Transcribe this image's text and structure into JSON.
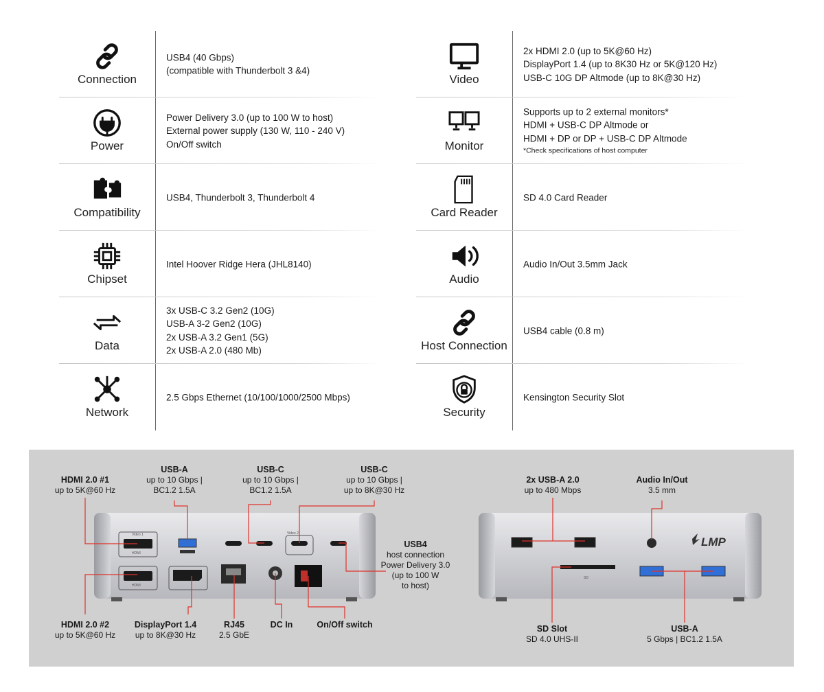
{
  "specs_left": [
    {
      "icon": "link-icon",
      "label": "Connection",
      "lines": [
        "USB4 (40 Gbps)",
        "(compatible with Thunderbolt 3 &4)"
      ]
    },
    {
      "icon": "power-plug-icon",
      "label": "Power",
      "lines": [
        "Power Delivery 3.0 (up to 100 W to host)",
        "External power supply (130 W, 110 - 240 V)",
        "On/Off switch"
      ]
    },
    {
      "icon": "puzzle-icon",
      "label": "Compatibility",
      "lines": [
        "USB4,  Thunderbolt 3, Thunderbolt 4"
      ]
    },
    {
      "icon": "chip-icon",
      "label": "Chipset",
      "lines": [
        "Intel Hoover Ridge Hera (JHL8140)"
      ]
    },
    {
      "icon": "arrows-exchange-icon",
      "label": "Data",
      "lines": [
        "3x USB-C 3.2 Gen2 (10G)",
        "USB-A 3-2 Gen2 (10G)",
        "2x USB-A 3.2 Gen1 (5G)",
        "2x USB-A 2.0 (480 Mb)"
      ]
    },
    {
      "icon": "network-icon",
      "label": "Network",
      "lines": [
        "2.5 Gbps Ethernet (10/100/1000/2500 Mbps)"
      ]
    }
  ],
  "specs_right": [
    {
      "icon": "monitor-icon",
      "label": "Video",
      "lines": [
        "2x HDMI 2.0 (up to 5K@60 Hz)",
        "DisplayPort 1.4 (up to 8K30 Hz or 5K@120 Hz)",
        "USB-C 10G DP Altmode (up to 8K@30 Hz)"
      ]
    },
    {
      "icon": "dual-monitor-icon",
      "label": "Monitor",
      "lines": [
        "Supports up to 2 external monitors*",
        "HDMI + USB-C DP Altmode or",
        "HDMI + DP or DP + USB-C DP Altmode"
      ],
      "note": "*Check specifications of host computer"
    },
    {
      "icon": "sd-card-icon",
      "label": "Card Reader",
      "lines": [
        "SD 4.0 Card Reader"
      ]
    },
    {
      "icon": "speaker-icon",
      "label": "Audio",
      "lines": [
        "Audio In/Out 3.5mm Jack"
      ]
    },
    {
      "icon": "link-icon",
      "label": "Host Connection",
      "lines": [
        "USB4 cable (0.8 m)"
      ]
    },
    {
      "icon": "shield-lock-icon",
      "label": "Security",
      "lines": [
        "Kensington Security Slot"
      ]
    }
  ],
  "ports": {
    "hdmi1": {
      "title": "HDMI 2.0 #1",
      "lines": [
        "up to 5K@60 Hz"
      ]
    },
    "usba_rear": {
      "title": "USB-A",
      "lines": [
        "up to 10 Gbps |",
        "BC1.2 1.5A"
      ]
    },
    "usbc_1": {
      "title": "USB-C",
      "lines": [
        "up to 10 Gbps |",
        "BC1.2 1.5A"
      ]
    },
    "usbc_2": {
      "title": "USB-C",
      "lines": [
        "up to 10 Gbps |",
        "up to 8K@30 Hz"
      ]
    },
    "usb4_host": {
      "title": "USB4",
      "lines": [
        "host connection",
        "Power Delivery 3.0",
        "(up to 100 W",
        "to host)"
      ]
    },
    "hdmi2": {
      "title": "HDMI 2.0 #2",
      "lines": [
        "up to 5K@60 Hz"
      ]
    },
    "displayport": {
      "title": "DisplayPort 1.4",
      "lines": [
        "up to 8K@30 Hz"
      ]
    },
    "rj45": {
      "title": "RJ45",
      "lines": [
        "2.5 GbE"
      ]
    },
    "dc_in": {
      "title": "DC In",
      "lines": []
    },
    "onoff": {
      "title": "On/Off switch",
      "lines": []
    },
    "usba20": {
      "title": "2x USB-A 2.0",
      "lines": [
        "up to 480 Mbps"
      ]
    },
    "audio": {
      "title": "Audio In/Out",
      "lines": [
        "3.5 mm"
      ]
    },
    "sd_slot": {
      "title": "SD Slot",
      "lines": [
        "SD 4.0 UHS-II"
      ]
    },
    "usba_front": {
      "title": "USB-A",
      "lines": [
        "5 Gbps | BC1.2 1.5A"
      ]
    }
  },
  "device_text": {
    "brand": "LMP",
    "video1": "Video 1",
    "video2": "Video 2",
    "hdmi_mark": "HDMI",
    "sd_mark": "SD"
  },
  "colors": {
    "callout": "#e0322b",
    "usb3_blue": "#2f6fd6",
    "panel_bg": "#d0d0d0"
  }
}
